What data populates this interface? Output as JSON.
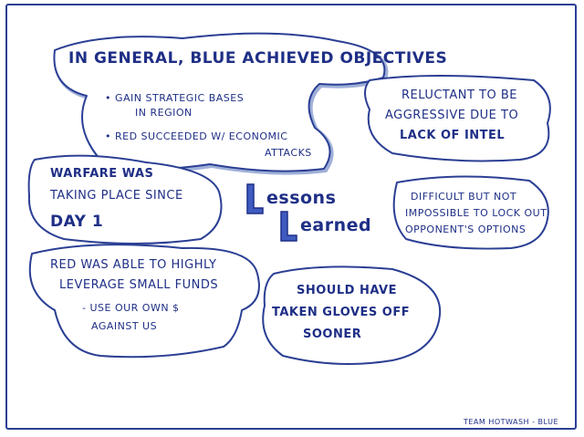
{
  "notes": {
    "general_title": "In General, Blue achieved objectives",
    "general_bullet1_line1": "• Gain strategic bases",
    "general_bullet1_line2": "in region",
    "general_bullet2_line1": "• Red succeeded w/ economic",
    "general_bullet2_line2": "attacks",
    "reluctant_line1": "Reluctant to be",
    "reluctant_line2": "aggressive due to",
    "reluctant_line3": "lack of intel",
    "warfare_line1": "Warfare was",
    "warfare_line2": "taking place since",
    "warfare_line3": "day 1",
    "difficult_line1": "Difficult but not",
    "difficult_line2": "impossible to lock out",
    "difficult_line3": "opponent's options",
    "red_line1": "Red was able to highly",
    "red_line2": "leverage small funds",
    "red_line3": "- use our own $",
    "red_line4": "against us",
    "gloves_line1": "Should have",
    "gloves_line2": "taken gloves off",
    "gloves_line3": "sooner"
  },
  "center": {
    "lessons": "essons",
    "learned": "earned"
  },
  "footer": {
    "team": "Team Hotwash - Blue"
  },
  "colors": {
    "ink": "#1f2f86",
    "cloud_stroke": "#2b3f94",
    "cloud_shadow": "#9fb0d8"
  }
}
